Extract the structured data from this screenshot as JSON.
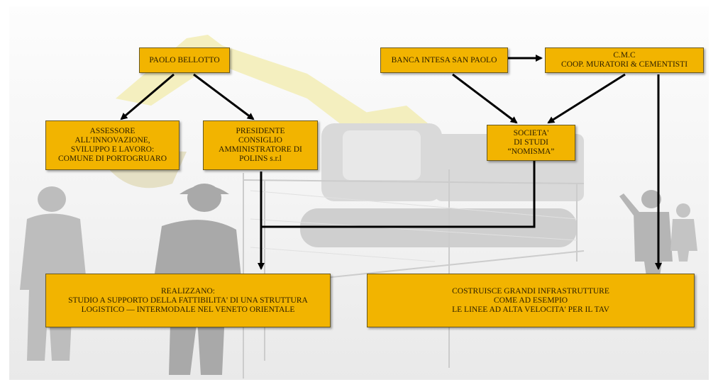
{
  "nodes": {
    "paolo_bellotto": {
      "lines": [
        "PAOLO BELLOTTO"
      ]
    },
    "assessore": {
      "lines": [
        "ASSESSORE",
        "ALL’INNOVAZIONE,",
        "SVILUPPO E LAVORO:",
        "COMUNE DI PORTOGRUARO"
      ]
    },
    "presidente": {
      "lines": [
        "PRESIDENTE",
        "CONSIGLIO",
        "AMMINISTRATORE DI",
        "POLINS s.r.l"
      ]
    },
    "banca_intesa": {
      "lines": [
        "BANCA INTESA SAN PAOLO"
      ]
    },
    "cmc": {
      "lines": [
        "C.M.C",
        "COOP. MURATORI & CEMENTISTI"
      ]
    },
    "nomisma": {
      "lines": [
        "SOCIETA'",
        "DI STUDI",
        "“NOMISMA”"
      ]
    },
    "realizzano": {
      "lines": [
        "REALIZZANO:",
        "STUDIO A SUPPORTO DELLA FATTIBILITA' DI UNA STRUTTURA",
        "LOGISTICO — INTERMODALE NEL VENETO ORIENTALE"
      ]
    },
    "costruisce": {
      "lines": [
        "COSTRUISCE GRANDI INFRASTRUTTURE",
        "COME  AD ESEMPIO",
        "LE LINEE AD ALTA VELOCITA' PER IL TAV"
      ]
    }
  },
  "edges": [
    {
      "from": "paolo_bellotto",
      "to": "assessore"
    },
    {
      "from": "paolo_bellotto",
      "to": "presidente"
    },
    {
      "from": "banca_intesa",
      "to": "cmc"
    },
    {
      "from": "banca_intesa",
      "to": "nomisma"
    },
    {
      "from": "cmc",
      "to": "nomisma"
    },
    {
      "from": "presidente",
      "to": "realizzano"
    },
    {
      "from": "nomisma",
      "to": "realizzano"
    },
    {
      "from": "cmc",
      "to": "costruisce"
    }
  ],
  "colors": {
    "box_fill": "#f2b400",
    "box_border": "#6b5a1e",
    "arrow": "#000000"
  }
}
